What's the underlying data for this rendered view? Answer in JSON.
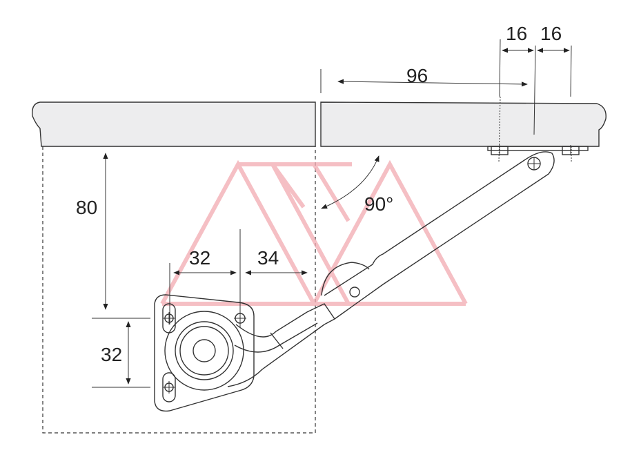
{
  "drawing": {
    "title": "Lift-up stay hinge installation diagram",
    "dimensions": {
      "offset_horizontal": "96",
      "plate_hole_spacing_1": "16",
      "plate_hole_spacing_2": "16",
      "vertical_offset": "80",
      "bracket_hole_width": "32",
      "bracket_to_edge": "34",
      "bracket_hole_height": "32",
      "opening_angle": "90°"
    },
    "colors": {
      "line": "#333333",
      "panel_fill": "#ededee",
      "watermark": "#f2a9b0"
    }
  }
}
